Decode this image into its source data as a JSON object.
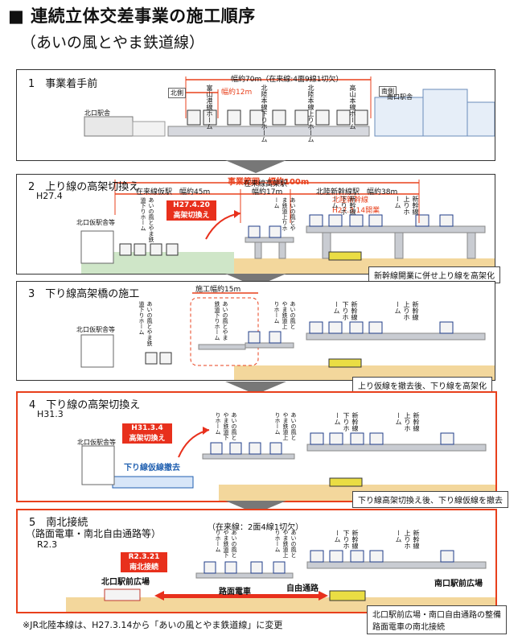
{
  "title": "■ 連続立体交差事業の施工順序",
  "subtitle": "（あいの風とやま鉄道線）",
  "step1": {
    "title": "1　事業着手前",
    "width": "幅約70m（在来線:4面9線1切欠）",
    "width12": "幅約12m",
    "north": "北側",
    "south": "南側",
    "north_station": "北口駅舎",
    "south_station": "南口駅舎",
    "platform_a": "富山港線ホーム",
    "platform_b": "北陸本線下りホーム",
    "platform_c": "北陸本線上りホーム",
    "platform_d": "高山本線ホーム"
  },
  "step2": {
    "title": "2　上り線の高架切換え",
    "date": "H27.4",
    "scope": "事業範囲　幅約100m",
    "temp": "在来線仮駅　幅約45m",
    "elev": "在来線高架駅",
    "elev_w": "幅約17m",
    "shin": "北陸新幹線駅　幅約38m",
    "badge": "H27.4.20\n高架切換え",
    "shin_open": "北陸新幹線\nH27.3.14開業",
    "temp_building": "北口仮駅舎等",
    "pf_temp_down": "あいの風とやま鉄道下りホーム",
    "pf_up": "あいの風とやま鉄道上りホーム",
    "shin_down": "新幹線下りホーム",
    "shin_up": "新幹線上りホーム",
    "note": "新幹線開業に併せ上り線を高架化"
  },
  "step3": {
    "title": "3　下り線高架橋の施工",
    "width": "施工幅約15m",
    "temp_building": "北口仮駅舎等",
    "pf_temp_down": "あいの風とやま鉄道下りホーム",
    "pf_new_down": "あいの風とやま鉄道下りホーム",
    "pf_up": "あいの風とやま鉄道上りホーム",
    "shin_down": "新幹線下りホーム",
    "shin_up": "新幹線上りホーム",
    "note": "上り仮線を撤去後、下り線を高架化"
  },
  "step4": {
    "title": "4　下り線の高架切換え",
    "date": "H31.3",
    "badge": "H31.3.4\n高架切換え",
    "removal": "下り線仮線撤去",
    "temp_building": "北口仮駅舎等",
    "pf_down": "あいの風とやま鉄道下りホーム",
    "pf_up": "あいの風とやま鉄道上りホーム",
    "shin_down": "新幹線下りホーム",
    "shin_up": "新幹線上りホーム",
    "note": "下り線高架切換え後、下り線仮線を撤去"
  },
  "step5": {
    "title": "5　南北接続",
    "title2": "（路面電車・南北自由通路等）",
    "date": "R2.3",
    "lines": "（在来線：2面4線1切欠）",
    "badge": "R2.3.21\n南北接続",
    "north_plaza": "北口駅前広場",
    "south_plaza": "南口駅前広場",
    "tram": "路面電車",
    "passage": "自由通路",
    "pf_down": "あいの風とやま鉄道下りホーム",
    "pf_up": "あいの風とやま鉄道上りホーム",
    "shin_down": "新幹線下りホーム",
    "shin_up": "新幹線上りホーム",
    "note": "北口駅前広場・南口自由通路の整備\n路面電車の南北接続"
  },
  "footnote": "※JR北陸本線は、H27.3.14から「あいの風とやま鉄道線」に変更",
  "colors": {
    "red": "#e8401c",
    "badge": "#e8301c",
    "ground": "#f3d79c",
    "green": "#cfe6c8",
    "blue": "#1f5fb0",
    "structure": "#c9ccd2"
  }
}
